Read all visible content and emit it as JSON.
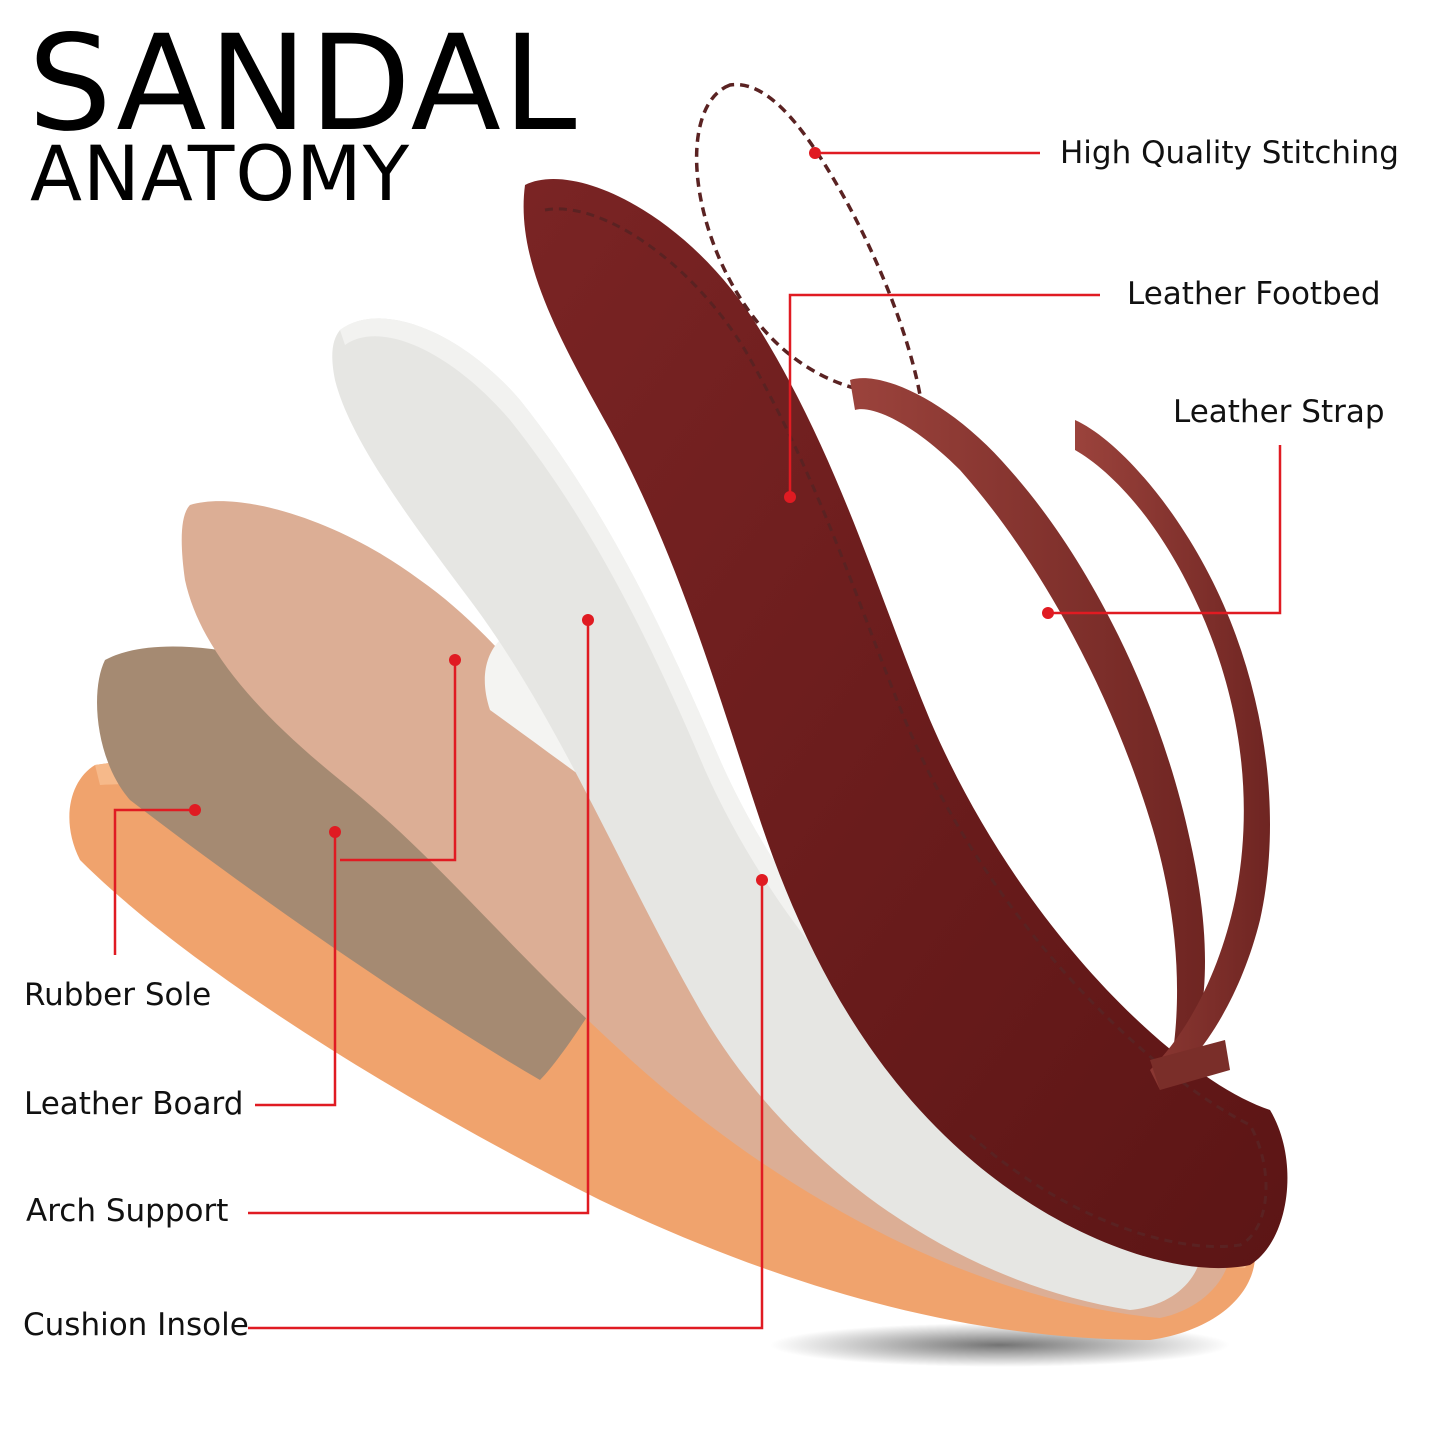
{
  "title": "SANDAL",
  "subtitle": "ANATOMY",
  "colors": {
    "accent": "#e01b22",
    "text": "#000000",
    "rubber_sole": "#f0a36d",
    "leather_board": "#a58a72",
    "cork_layer": "#dcae95",
    "cushion": "#e6e6e3",
    "footbed": "#6e1c1c",
    "strap": "#8a3530",
    "stitching": "#5a2222"
  },
  "labels": {
    "stitching": "High Quality Stitching",
    "footbed": "Leather Footbed",
    "strap": "Leather Strap",
    "rubber_sole": "Rubber Sole",
    "leather_board": "Leather Board",
    "arch_support": "Arch Support",
    "cushion_insole": "Cushion Insole"
  }
}
